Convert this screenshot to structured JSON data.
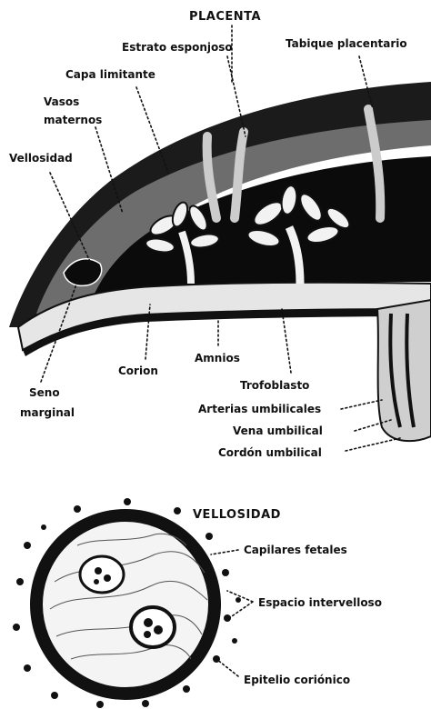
{
  "placenta": {
    "title": "PLACENTA",
    "labels": {
      "estrato_esponjoso": "Estrato esponjoso",
      "tabique_placentario": "Tabique placentario",
      "capa_limitante": "Capa limitante",
      "vasos": "Vasos",
      "maternos": "maternos",
      "vellosidad": "Vellosidad",
      "seno": "Seno",
      "marginal": "marginal",
      "corion": "Corion",
      "amnios": "Amnios",
      "trofoblasto": "Trofoblasto",
      "arterias_umbilicales": "Arterias umbilicales",
      "vena_umbilical": "Vena umbilical",
      "cordon_umbilical": "Cordón umbilical"
    }
  },
  "villus": {
    "title": "VELLOSIDAD",
    "labels": {
      "capilares_fetales": "Capilares fetales",
      "espacio_intervelloso": "Espacio intervelloso",
      "epitelio_corionico": "Epitelio coriónico"
    }
  }
}
